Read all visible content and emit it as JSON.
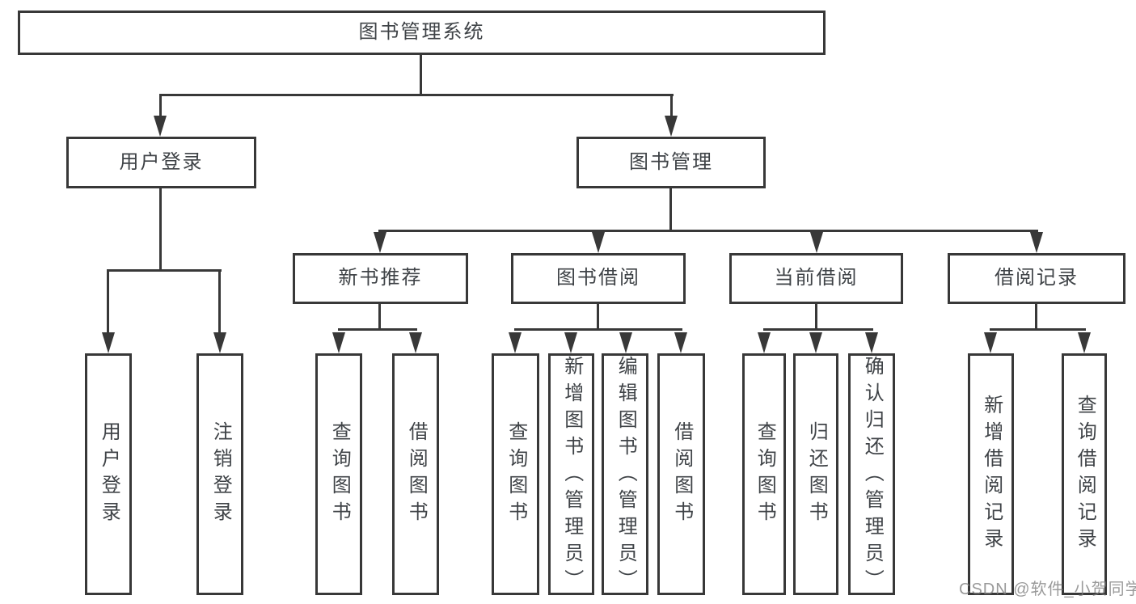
{
  "diagram": {
    "title": "图书管理系统",
    "nodes": [
      {
        "id": "root",
        "label": "图书管理系统",
        "parent": null
      },
      {
        "id": "user-login-group",
        "label": "用户登录",
        "parent": "root"
      },
      {
        "id": "book-management",
        "label": "图书管理",
        "parent": "root"
      },
      {
        "id": "new-book-recommend",
        "label": "新书推荐",
        "parent": "book-management"
      },
      {
        "id": "book-borrow",
        "label": "图书借阅",
        "parent": "book-management"
      },
      {
        "id": "current-borrow",
        "label": "当前借阅",
        "parent": "book-management"
      },
      {
        "id": "borrow-records",
        "label": "借阅记录",
        "parent": "book-management"
      },
      {
        "id": "user-login",
        "label": "用户登录",
        "parent": "user-login-group"
      },
      {
        "id": "logout",
        "label": "注销登录",
        "parent": "user-login-group"
      },
      {
        "id": "nb-query-book",
        "label": "查询图书",
        "parent": "new-book-recommend"
      },
      {
        "id": "nb-borrow-book",
        "label": "借阅图书",
        "parent": "new-book-recommend"
      },
      {
        "id": "bb-query-book",
        "label": "查询图书",
        "parent": "book-borrow"
      },
      {
        "id": "bb-add-book",
        "label": "新增图书（管理员）",
        "parent": "book-borrow"
      },
      {
        "id": "bb-edit-book",
        "label": "编辑图书（管理员）",
        "parent": "book-borrow"
      },
      {
        "id": "bb-borrow-book",
        "label": "借阅图书",
        "parent": "book-borrow"
      },
      {
        "id": "cb-query-book",
        "label": "查询图书",
        "parent": "current-borrow"
      },
      {
        "id": "cb-return-book",
        "label": "归还图书",
        "parent": "current-borrow"
      },
      {
        "id": "cb-confirm-return",
        "label": "确认归还（管理员）",
        "parent": "current-borrow"
      },
      {
        "id": "br-add-record",
        "label": "新增借阅记录",
        "parent": "borrow-records"
      },
      {
        "id": "br-query-record",
        "label": "查询借阅记录",
        "parent": "borrow-records"
      }
    ]
  },
  "watermark": {
    "text": "CSDN @软件_小贺同学"
  },
  "colors": {
    "line": "#383838",
    "box_border": "#383838",
    "box_bg": "#ffffff",
    "text": "#3f4347",
    "watermark_text": "#7d7d7d",
    "background": "#ffffff"
  }
}
